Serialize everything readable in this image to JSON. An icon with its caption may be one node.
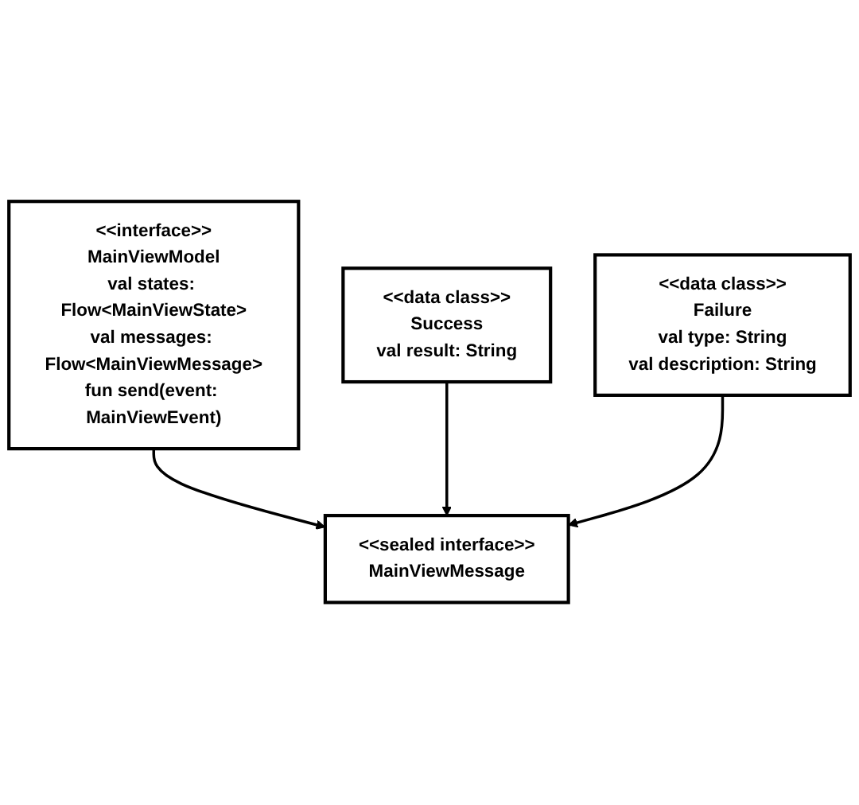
{
  "diagram": {
    "nodes": [
      {
        "text": [
          "<<interface>>",
          "MainViewModel",
          "val states: Flow<MainViewState>",
          "val messages: Flow<MainViewMessage>",
          "fun send(event: MainViewEvent)"
        ]
      },
      {
        "text": [
          "<<sealed interface>>",
          "MainViewMessage"
        ]
      },
      {
        "text": [
          "<<data class>>",
          "Success",
          "val result: String"
        ]
      },
      {
        "text": [
          "<<data class>>",
          "Failure",
          "val type: String",
          "val description: String"
        ]
      }
    ],
    "edges": [
      {
        "from": 0,
        "to": 1,
        "arrow": "to"
      },
      {
        "from": 2,
        "to": 1,
        "arrow": "to"
      },
      {
        "from": 3,
        "to": 1,
        "arrow": "to"
      }
    ]
  }
}
